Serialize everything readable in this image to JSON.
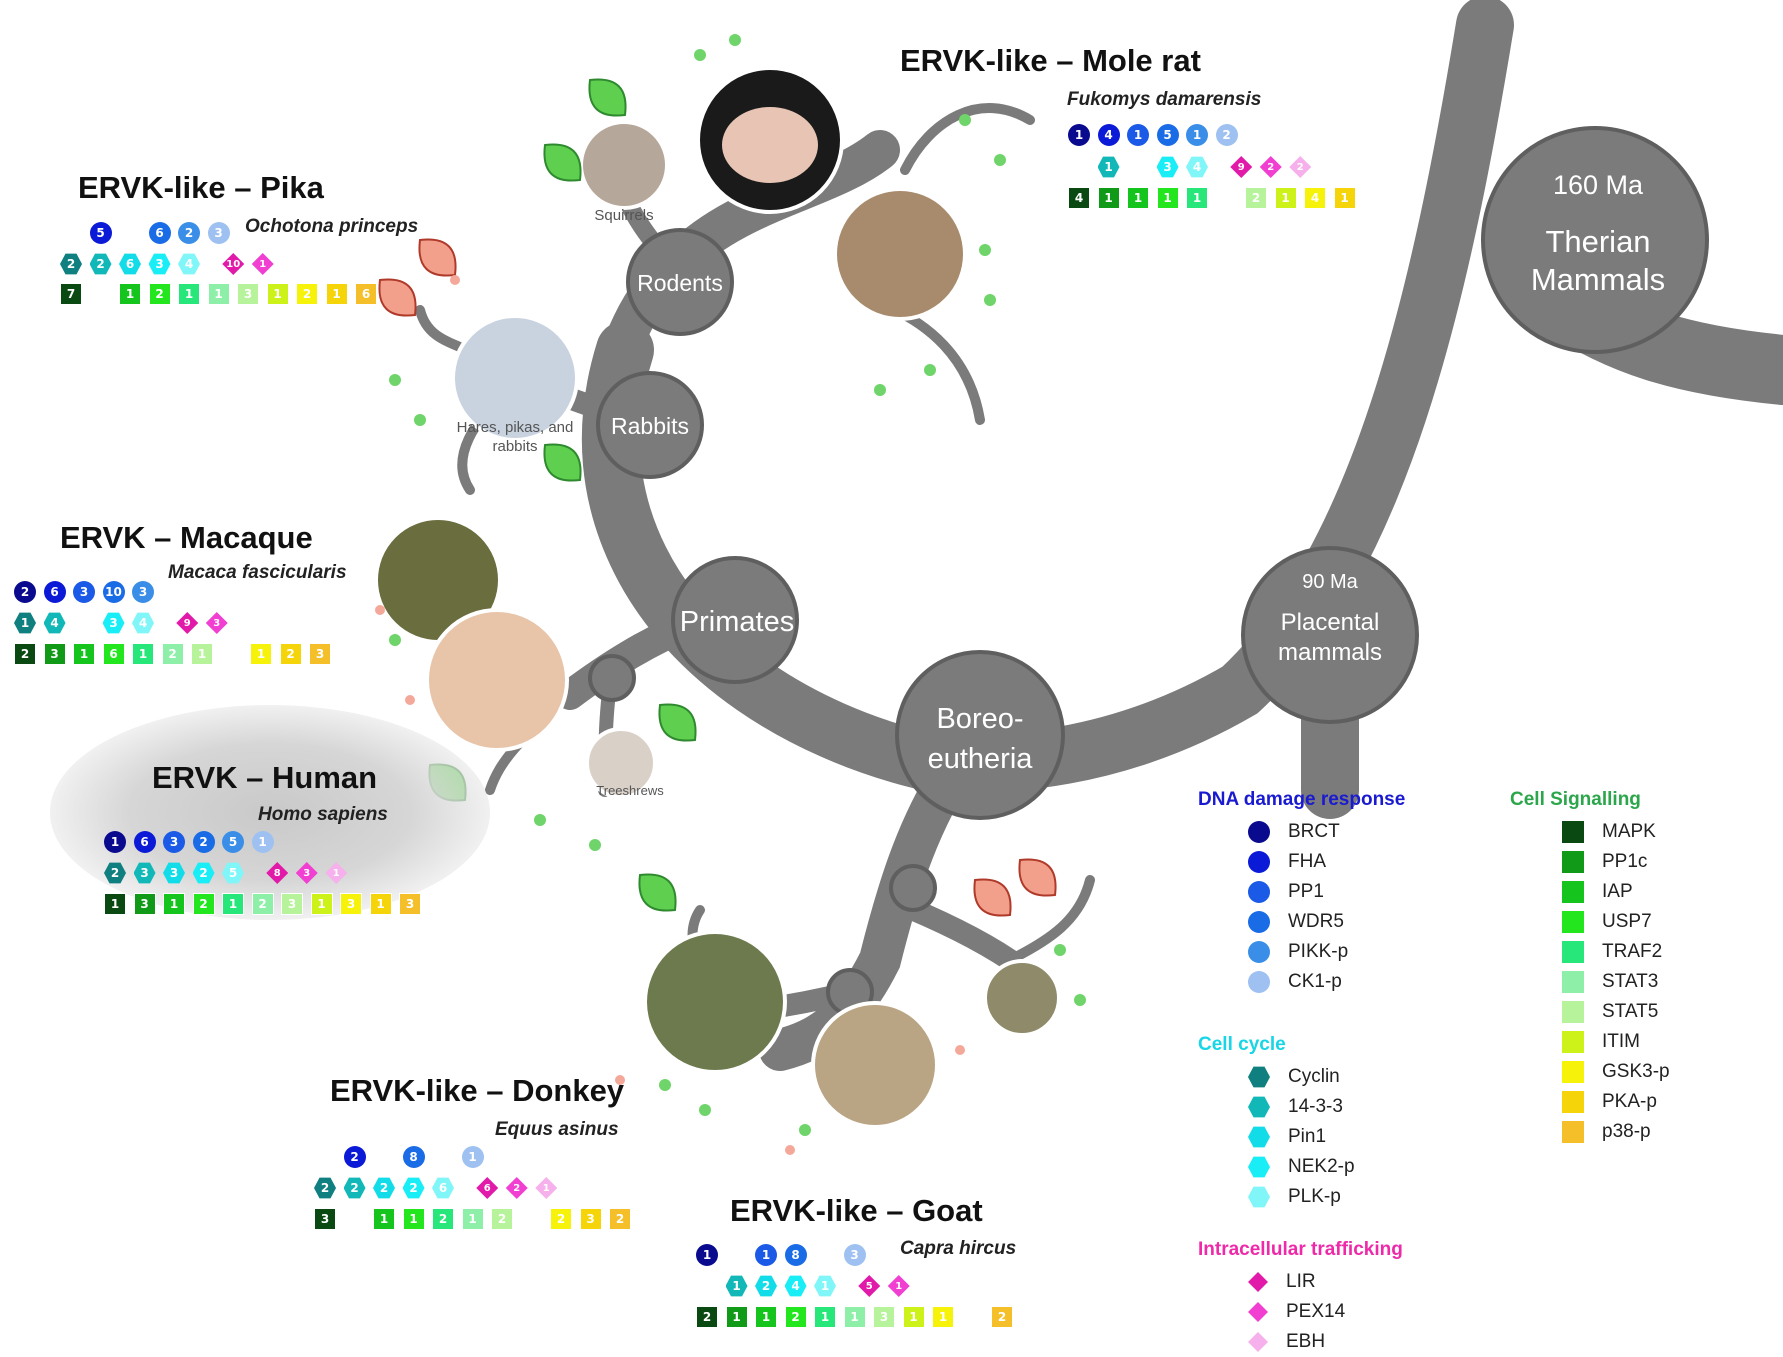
{
  "clade_labels": {
    "therian": "Therian\nMammals",
    "therian_age": "160 Ma",
    "placental": "Placental\nmammals",
    "placental_age": "90 Ma",
    "boreo": "Boreo-\neutheria",
    "primates": "Primates",
    "rabbits": "Rabbits",
    "rodents": "Rodents"
  },
  "photo_captions": {
    "squirrels": "Squirrels",
    "hares": "Hares, pikas, and\nrabbits",
    "treeshrews": "Treeshrews"
  },
  "colors": {
    "branch": "#7b7b7b",
    "leaf_green": "#5fcf4f",
    "leaf_pink": "#f2a08c",
    "dna_header": "#1a1ad1",
    "cycle_header": "#18d6e6",
    "traffic_header": "#ee2aa8",
    "signal_header": "#2ca64b",
    "dna": [
      "#0a0a8f",
      "#0a1ad6",
      "#1a5ae6",
      "#1a6be6",
      "#3a8ee8",
      "#9ec1f2"
    ],
    "cycle": [
      "#0f7f7f",
      "#12b8b8",
      "#12dce8",
      "#19eef6",
      "#80f6f8"
    ],
    "traffic": [
      "#e11aa9",
      "#f03fd1",
      "#f6b0ec"
    ],
    "signal": [
      "#0a4a12",
      "#109a17",
      "#15c41c",
      "#23e61f",
      "#27e67a",
      "#8ef0a8",
      "#b7f39a",
      "#cdf21a",
      "#f6f20a",
      "#f6d40a",
      "#f5bf2a"
    ]
  },
  "species": [
    {
      "id": "pika",
      "title": "ERVK-like – Pika",
      "latin": "Ochotona princeps",
      "dna": [
        "",
        "5",
        "",
        "6",
        "2",
        "3"
      ],
      "cycle": [
        "2",
        "2",
        "6",
        "3",
        "4"
      ],
      "traffic": [
        "10",
        "1",
        ""
      ],
      "signal": [
        "7",
        "",
        "1",
        "2",
        "1",
        "1",
        "3",
        "1",
        "2",
        "1",
        "6"
      ]
    },
    {
      "id": "molerat",
      "title": "ERVK-like – Mole rat",
      "latin": "Fukomys damarensis",
      "dna": [
        "1",
        "4",
        "1",
        "5",
        "1",
        "2"
      ],
      "cycle": [
        "",
        "1",
        "",
        "3",
        "4"
      ],
      "traffic": [
        "9",
        "2",
        "2"
      ],
      "signal": [
        "4",
        "1",
        "1",
        "1",
        "1",
        "",
        "2",
        "1",
        "4",
        "1",
        ""
      ]
    },
    {
      "id": "macaque",
      "title": "ERVK – Macaque",
      "latin": "Macaca fascicularis",
      "dna": [
        "2",
        "6",
        "3",
        "10",
        "3",
        ""
      ],
      "cycle": [
        "1",
        "4",
        "",
        "3",
        "4"
      ],
      "traffic": [
        "9",
        "3",
        ""
      ],
      "signal": [
        "2",
        "3",
        "1",
        "6",
        "1",
        "2",
        "1",
        "",
        "1",
        "2",
        "3"
      ]
    },
    {
      "id": "human",
      "title": "ERVK – Human",
      "latin": "Homo sapiens",
      "dna": [
        "1",
        "6",
        "3",
        "2",
        "5",
        "1"
      ],
      "cycle": [
        "2",
        "3",
        "3",
        "2",
        "5"
      ],
      "traffic": [
        "8",
        "3",
        "1"
      ],
      "signal": [
        "1",
        "3",
        "1",
        "2",
        "1",
        "2",
        "3",
        "1",
        "3",
        "1",
        "3"
      ]
    },
    {
      "id": "donkey",
      "title": "ERVK-like – Donkey",
      "latin": "Equus asinus",
      "dna": [
        "",
        "2",
        "",
        "8",
        "",
        "1"
      ],
      "cycle": [
        "2",
        "2",
        "2",
        "2",
        "6"
      ],
      "traffic": [
        "6",
        "2",
        "1"
      ],
      "signal": [
        "3",
        "",
        "1",
        "1",
        "2",
        "1",
        "2",
        "",
        "2",
        "3",
        "2"
      ]
    },
    {
      "id": "goat",
      "title": "ERVK-like – Goat",
      "latin": "Capra hircus",
      "dna": [
        "1",
        "",
        "1",
        "8",
        "",
        "3"
      ],
      "cycle": [
        "",
        "1",
        "2",
        "4",
        "1"
      ],
      "traffic": [
        "5",
        "1",
        ""
      ],
      "signal": [
        "2",
        "1",
        "1",
        "2",
        "1",
        "1",
        "3",
        "1",
        "1",
        "",
        "2"
      ]
    }
  ],
  "legend": {
    "dna": {
      "title": "DNA damage response",
      "items": [
        "BRCT",
        "FHA",
        "PP1",
        "WDR5",
        "PIKK-p",
        "CK1-p"
      ]
    },
    "cycle": {
      "title": "Cell cycle",
      "items": [
        "Cyclin",
        "14-3-3",
        "Pin1",
        "NEK2-p",
        "PLK-p"
      ]
    },
    "traffic": {
      "title": "Intracellular  trafficking",
      "items": [
        "LIR",
        "PEX14",
        "EBH"
      ]
    },
    "signal": {
      "title": "Cell Signalling",
      "items": [
        "MAPK",
        "PP1c",
        "IAP",
        "USP7",
        "TRAF2",
        "STAT3",
        "STAT5",
        "ITIM",
        "GSK3-p",
        "PKA-p",
        "p38-p"
      ]
    }
  }
}
